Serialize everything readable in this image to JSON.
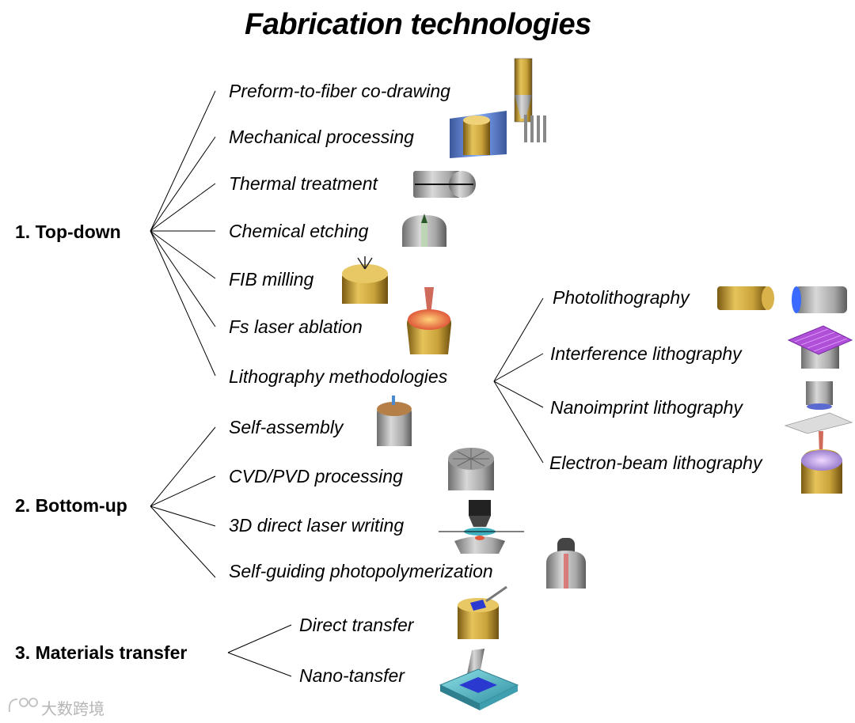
{
  "title": "Fabrication technologies",
  "categories": [
    {
      "label": "1. Top-down",
      "items": [
        {
          "label": "Preform-to-fiber co-drawing",
          "icon": "fiber-drawing-tower-icon"
        },
        {
          "label": "Mechanical processing",
          "icon": "mechanical-polishing-icon"
        },
        {
          "label": "Thermal treatment",
          "icon": "thermal-taper-icon"
        },
        {
          "label": "Chemical etching",
          "icon": "etched-fiber-tip-icon"
        },
        {
          "label": "FIB milling",
          "icon": "ion-beam-milling-icon"
        },
        {
          "label": "Fs laser ablation",
          "icon": "laser-ablation-icon"
        },
        {
          "label": "Lithography methodologies",
          "subitems": [
            {
              "label": "Photolithography",
              "icon": "photolithography-icon"
            },
            {
              "label": "Interference lithography",
              "icon": "interference-pattern-icon"
            },
            {
              "label": "Nanoimprint lithography",
              "icon": "nanoimprint-stamp-icon"
            },
            {
              "label": "Electron-beam lithography",
              "icon": "electron-beam-icon"
            }
          ]
        }
      ]
    },
    {
      "label": "2. Bottom-up",
      "items": [
        {
          "label": "Self-assembly",
          "icon": "self-assembly-icon"
        },
        {
          "label": "CVD/PVD processing",
          "icon": "deposition-icon"
        },
        {
          "label": "3D direct laser writing",
          "icon": "laser-writing-objective-icon"
        },
        {
          "label": "Self-guiding photopolymerization",
          "icon": "photopolymerization-icon"
        }
      ]
    },
    {
      "label": "3. Materials transfer",
      "items": [
        {
          "label": "Direct transfer",
          "icon": "direct-transfer-icon"
        },
        {
          "label": "Nano-tansfer",
          "icon": "nano-transfer-icon"
        }
      ]
    }
  ],
  "watermark": "大数跨境",
  "colors": {
    "gold": "#c9a23a",
    "silver": "#a8a8a8",
    "laser": "#e05a3a",
    "grating": "#9b3fc4",
    "substrate": "#4aa8b8",
    "line": "#000000"
  }
}
